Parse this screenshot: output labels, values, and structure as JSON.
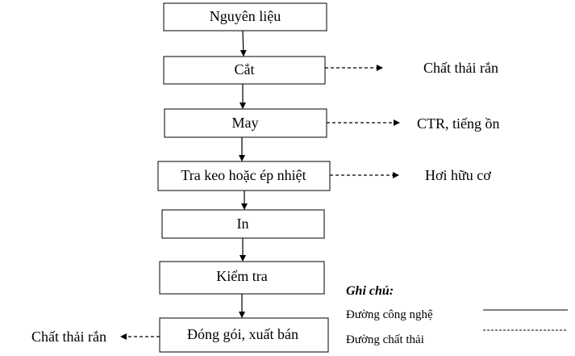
{
  "steps": [
    {
      "label": "Nguyên liệu"
    },
    {
      "label": "Cắt"
    },
    {
      "label": "May"
    },
    {
      "label": "Tra keo hoặc ép nhiệt"
    },
    {
      "label": "In"
    },
    {
      "label": "Kiểm tra"
    },
    {
      "label": "Đóng gói, xuất bán"
    }
  ],
  "waste_outputs": [
    {
      "from_step": "Cắt",
      "label": "Chất thải rắn"
    },
    {
      "from_step": "May",
      "label": "CTR, tiếng ồn"
    },
    {
      "from_step": "Tra keo hoặc ép nhiệt",
      "label": "Hơi hữu cơ"
    },
    {
      "from_step": "Đóng gói, xuất bán",
      "label": "Chất thải rắn"
    }
  ],
  "legend": {
    "title": "Ghi chú:",
    "process_line_label": "Đường công nghệ",
    "waste_line_label": "Đường chất thải"
  }
}
